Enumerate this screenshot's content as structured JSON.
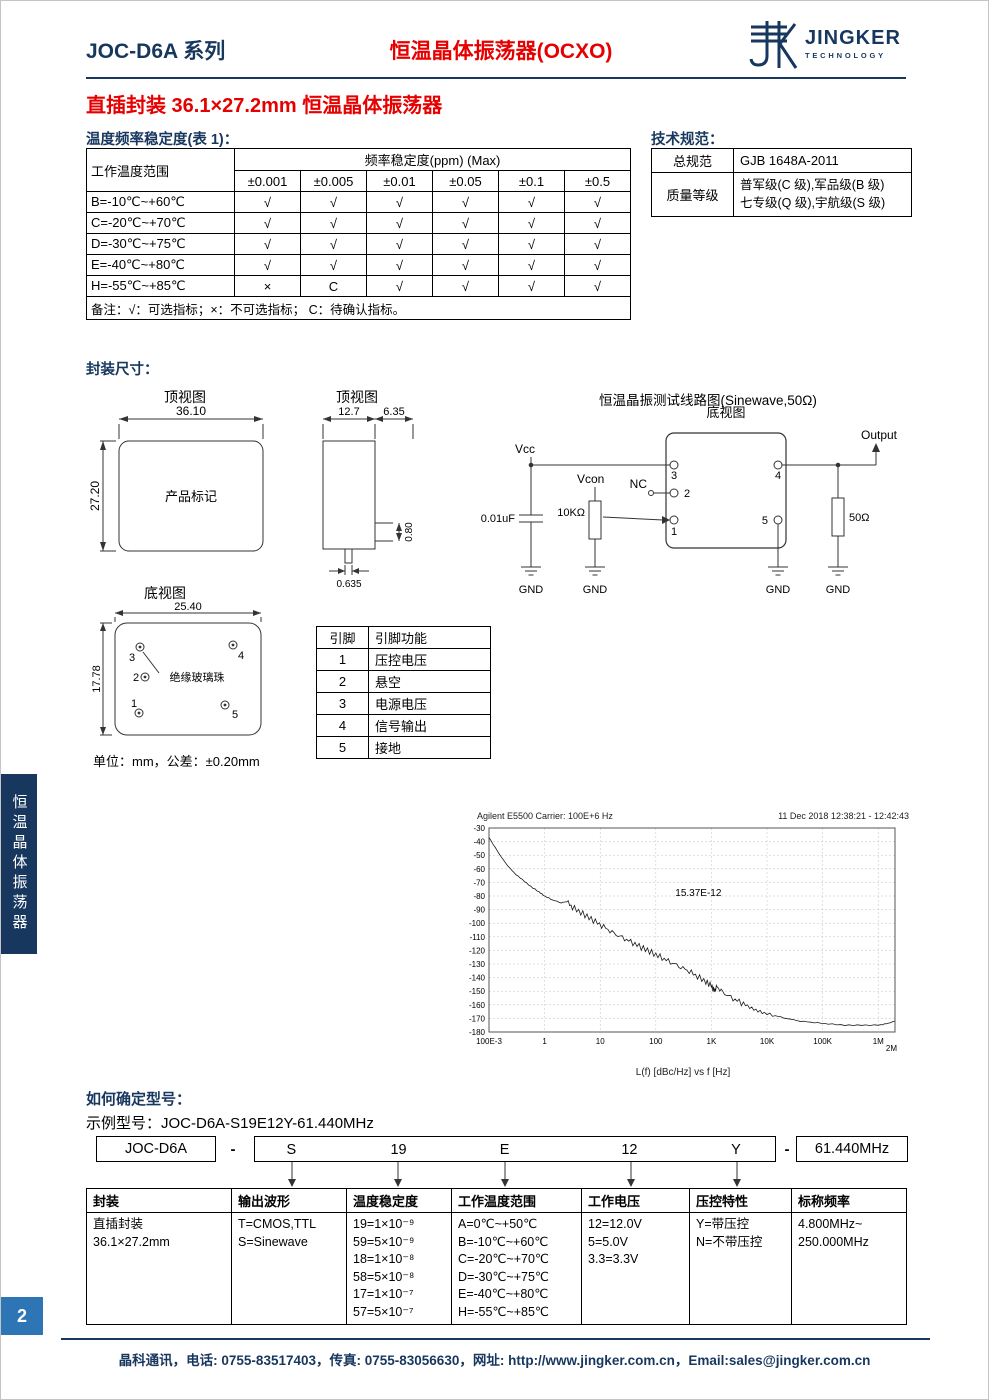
{
  "page": {
    "series": "JOC-D6A 系列",
    "product_type": "恒温晶体振荡器(OCXO)",
    "title": "直插封装 36.1×27.2mm 恒温晶体振荡器",
    "page_number": "2",
    "side_tab": "恒温晶体振荡器",
    "footer": "晶科通讯，电话: 0755-83517403，传真: 0755-83056630，网址: http://www.jingker.com.cn，Email:sales@jingker.com.cn"
  },
  "logo": {
    "name": "JINGKER",
    "sub": "TECHNOLOGY"
  },
  "stability": {
    "heading": "温度频率稳定度(表 1)：",
    "col_temp": "工作温度范围",
    "col_group": "频率稳定度(ppm) (Max)",
    "ppm": [
      "±0.001",
      "±0.005",
      "±0.01",
      "±0.05",
      "±0.1",
      "±0.5"
    ],
    "rows": [
      {
        "range": "B=-10℃~+60℃",
        "v": [
          "√",
          "√",
          "√",
          "√",
          "√",
          "√"
        ]
      },
      {
        "range": "C=-20℃~+70℃",
        "v": [
          "√",
          "√",
          "√",
          "√",
          "√",
          "√"
        ]
      },
      {
        "range": "D=-30℃~+75℃",
        "v": [
          "√",
          "√",
          "√",
          "√",
          "√",
          "√"
        ]
      },
      {
        "range": "E=-40℃~+80℃",
        "v": [
          "√",
          "√",
          "√",
          "√",
          "√",
          "√"
        ]
      },
      {
        "range": "H=-55℃~+85℃",
        "v": [
          "×",
          "C",
          "√",
          "√",
          "√",
          "√"
        ]
      }
    ],
    "note": "备注：√：可选指标；×：不可选指标； C：待确认指标。"
  },
  "spec": {
    "heading": "技术规范：",
    "row1_label": "总规范",
    "row1_value": "GJB 1648A-2011",
    "row2_label": "质量等级",
    "row2_value": "普军级(C 级),军品级(B 级)\n七专级(Q 级),宇航级(S 级)"
  },
  "dimensions": {
    "heading": "封装尺寸：",
    "unit_note": "单位：mm，公差：±0.20mm",
    "top_view": {
      "label": "顶视图",
      "width": "36.10",
      "height": "27.20",
      "marking": "产品标记"
    },
    "side_view": {
      "label": "顶视图",
      "w1": "12.7",
      "w2": "6.35",
      "pin_d": "0.80",
      "standoff": "0.635"
    },
    "bottom_view": {
      "label": "底视图",
      "width": "25.40",
      "height": "17.78",
      "bead": "绝缘玻璃珠",
      "pins": [
        "3",
        "4",
        "2",
        "1",
        "5"
      ]
    }
  },
  "pin_table": {
    "headers": [
      "引脚",
      "引脚功能"
    ],
    "rows": [
      [
        "1",
        "压控电压"
      ],
      [
        "2",
        "悬空"
      ],
      [
        "3",
        "电源电压"
      ],
      [
        "4",
        "信号输出"
      ],
      [
        "5",
        "接地"
      ]
    ]
  },
  "circuit": {
    "title": "恒温晶振测试线路图(Sinewave,50Ω)",
    "view": "底视图",
    "vcc": "Vcc",
    "vcon": "Vcon",
    "nc": "NC",
    "output": "Output",
    "cap": "0.01uF",
    "pot": "10KΩ",
    "res": "50Ω",
    "gnd": "GND",
    "pins": {
      "p1": "1",
      "p2": "2",
      "p3": "3",
      "p4": "4",
      "p5": "5"
    }
  },
  "chart_data": {
    "type": "line",
    "title_left": "Agilent E5500   Carrier: 100E+6 Hz",
    "title_right": "11 Dec 2018 12:38:21 - 12:42:43",
    "xlabel": "L(f) [dBc/Hz] vs f [Hz]",
    "x_ticks": [
      "100E-3",
      "1",
      "10",
      "100",
      "1K",
      "10K",
      "100K",
      "1M",
      "2M"
    ],
    "x_log_range": [
      -1,
      6.301
    ],
    "ylim": [
      -180,
      -30
    ],
    "y_step": 10,
    "grid": true,
    "annotation": {
      "text": "15.37E-12",
      "logf": 2.35,
      "db": -80
    },
    "points": [
      [
        -1.0,
        -37
      ],
      [
        -0.85,
        -47
      ],
      [
        -0.7,
        -56
      ],
      [
        -0.55,
        -63
      ],
      [
        -0.4,
        -68
      ],
      [
        -0.25,
        -73
      ],
      [
        -0.1,
        -77
      ],
      [
        0.0,
        -80
      ],
      [
        0.15,
        -83
      ],
      [
        0.3,
        -85
      ],
      [
        0.4,
        -84
      ],
      [
        0.5,
        -88
      ],
      [
        0.65,
        -92
      ],
      [
        0.8,
        -96
      ],
      [
        0.95,
        -100
      ],
      [
        1.1,
        -104
      ],
      [
        1.25,
        -108
      ],
      [
        1.4,
        -111
      ],
      [
        1.55,
        -114
      ],
      [
        1.7,
        -117
      ],
      [
        1.85,
        -120
      ],
      [
        2.0,
        -123
      ],
      [
        2.15,
        -126
      ],
      [
        2.3,
        -129
      ],
      [
        2.45,
        -132
      ],
      [
        2.6,
        -135
      ],
      [
        2.75,
        -139
      ],
      [
        2.9,
        -143
      ],
      [
        3.0,
        -146
      ],
      [
        3.05,
        -150
      ],
      [
        3.1,
        -147
      ],
      [
        3.2,
        -151
      ],
      [
        3.35,
        -155
      ],
      [
        3.5,
        -158
      ],
      [
        3.65,
        -161
      ],
      [
        3.8,
        -164
      ],
      [
        3.95,
        -166
      ],
      [
        4.15,
        -168
      ],
      [
        4.35,
        -170
      ],
      [
        4.6,
        -172
      ],
      [
        4.85,
        -173
      ],
      [
        5.1,
        -174
      ],
      [
        5.4,
        -175
      ],
      [
        5.7,
        -175
      ],
      [
        6.0,
        -175
      ],
      [
        6.15,
        -174
      ],
      [
        6.3,
        -172
      ]
    ]
  },
  "ordering": {
    "heading": "如何确定型号：",
    "example": "示例型号：JOC-D6A-S19E12Y-61.440MHz",
    "box_prefix": "JOC-D6A",
    "dash": "-",
    "code_parts": [
      "S",
      "19",
      "E",
      "12",
      "Y"
    ],
    "box_suffix": "61.440MHz",
    "table": {
      "headers": [
        "封装",
        "输出波形",
        "温度稳定度",
        "工作温度范围",
        "工作电压",
        "压控特性",
        "标称频率"
      ],
      "cells": [
        "直插封装\n36.1×27.2mm",
        "T=CMOS,TTL\nS=Sinewave",
        "19=1×10⁻⁹\n59=5×10⁻⁹\n18=1×10⁻⁸\n58=5×10⁻⁸\n17=1×10⁻⁷\n57=5×10⁻⁷",
        "A=0℃~+50℃\nB=-10℃~+60℃\nC=-20℃~+70℃\nD=-30℃~+75℃\nE=-40℃~+80℃\nH=-55℃~+85℃",
        "12=12.0V\n5=5.0V\n3.3=3.3V",
        "Y=带压控\nN=不带压控",
        "4.800MHz~\n250.000MHz"
      ]
    }
  },
  "colors": {
    "navy": "#17375E",
    "red": "#E60000",
    "accent_blue": "#2E75B6"
  }
}
